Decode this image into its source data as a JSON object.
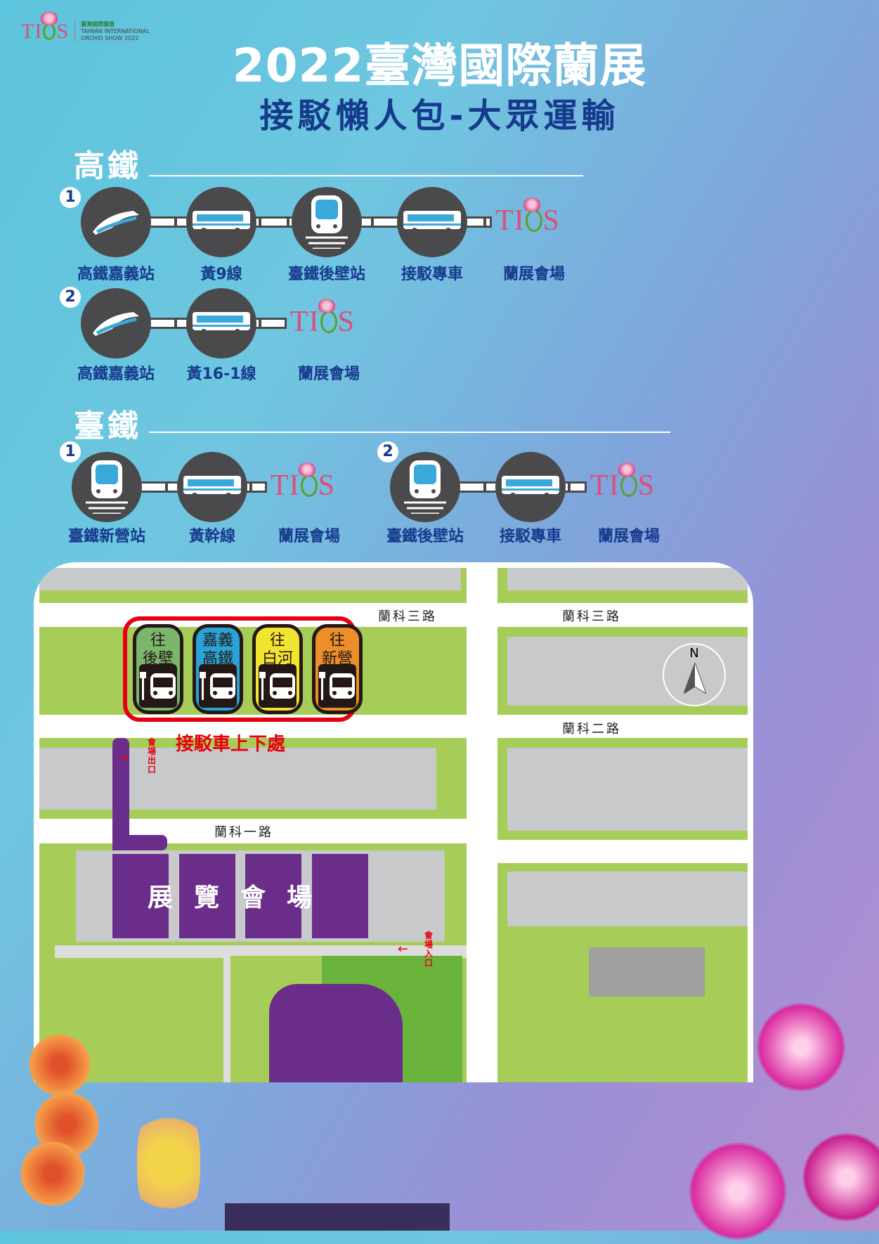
{
  "logo": {
    "mark": "TIOS",
    "name_zh": "臺灣國際蘭展",
    "name_en_1": "TAIWAN INTERNATIONAL",
    "name_en_2": "ORCHID SHOW 2022"
  },
  "title": "2022臺灣國際蘭展",
  "subtitle": "接駁懶人包-大眾運輸",
  "hsr": {
    "heading": "高鐵",
    "routes": [
      {
        "num": "1",
        "stops": [
          {
            "icon": "hsr-train-icon",
            "label": "高鐵嘉義站"
          },
          {
            "icon": "bus-icon",
            "label": "黃9線"
          },
          {
            "icon": "tra-train-icon",
            "label": "臺鐵後壁站"
          },
          {
            "icon": "bus-icon",
            "label": "接駁專車"
          },
          {
            "icon": "tios-logo",
            "label": "蘭展會場"
          }
        ]
      },
      {
        "num": "2",
        "stops": [
          {
            "icon": "hsr-train-icon",
            "label": "高鐵嘉義站"
          },
          {
            "icon": "bus-icon",
            "label": "黃16-1線"
          },
          {
            "icon": "tios-logo",
            "label": "蘭展會場"
          }
        ]
      }
    ]
  },
  "tra": {
    "heading": "臺鐵",
    "routes": [
      {
        "num": "1",
        "stops": [
          {
            "icon": "tra-train-icon",
            "label": "臺鐵新營站"
          },
          {
            "icon": "bus-icon",
            "label": "黃幹線"
          },
          {
            "icon": "tios-logo",
            "label": "蘭展會場"
          }
        ]
      },
      {
        "num": "2",
        "stops": [
          {
            "icon": "tra-train-icon",
            "label": "臺鐵後壁站"
          },
          {
            "icon": "bus-icon",
            "label": "接駁專車"
          },
          {
            "icon": "tios-logo",
            "label": "蘭展會場"
          }
        ]
      }
    ]
  },
  "map": {
    "roads": {
      "road3_left": "蘭科三路",
      "road3_right": "蘭科三路",
      "road2": "蘭科二路",
      "road1": "蘭科一路"
    },
    "bus_stops": [
      {
        "line1": "往",
        "line2": "後壁",
        "color": "#7bb66c"
      },
      {
        "line1": "嘉義",
        "line2": "高鐵",
        "color": "#2ba3d8"
      },
      {
        "line1": "往",
        "line2": "白河",
        "color": "#f2e531"
      },
      {
        "line1": "往",
        "line2": "新營",
        "color": "#ec8e2a"
      }
    ],
    "stop_area_label": "接駁車上下處",
    "exit_label": "會場出口",
    "entrance_label": "會場入口",
    "venue_label": "展覽會場",
    "north": "N"
  }
}
